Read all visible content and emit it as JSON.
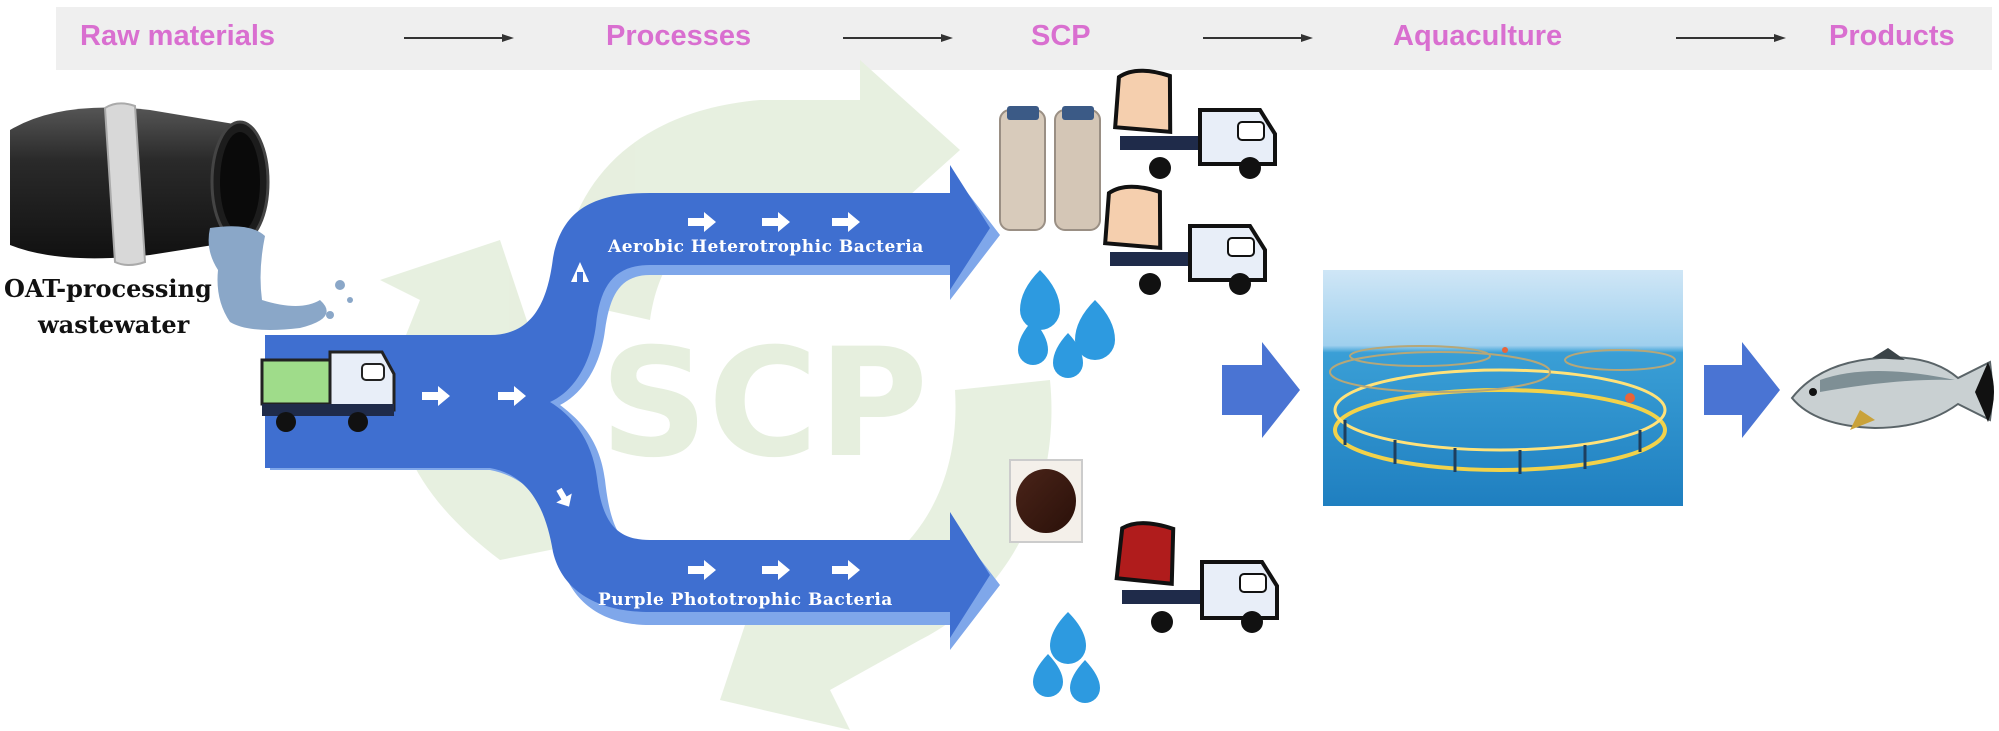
{
  "header": {
    "stages": [
      "Raw materials",
      "Processes",
      "SCP",
      "Aquaculture",
      "Products"
    ]
  },
  "diagram": {
    "source_label_line1": "OAT-processing",
    "source_label_line2": "wastewater",
    "watermark": "SCP",
    "upper_branch_label": "Aerobic Heterotrophic Bacteria",
    "lower_branch_label": "Purple Phototrophic Bacteria"
  },
  "colors": {
    "stage_text": "#d96fd0",
    "flow_blue": "#3f6fd0",
    "flow_blue_light": "#7fa7ea",
    "watermark_green": "#e6efde",
    "arrow_gray": "#333333"
  },
  "icons": {
    "source": "pipe-icon",
    "truck": "truck-icon",
    "bottles": "bottles-icon",
    "biomass": "biomass-sample-icon",
    "water": "water-drops-icon",
    "farm": "fish-farm-photo",
    "fish": "fish-icon",
    "recycle": "recycle-icon"
  }
}
